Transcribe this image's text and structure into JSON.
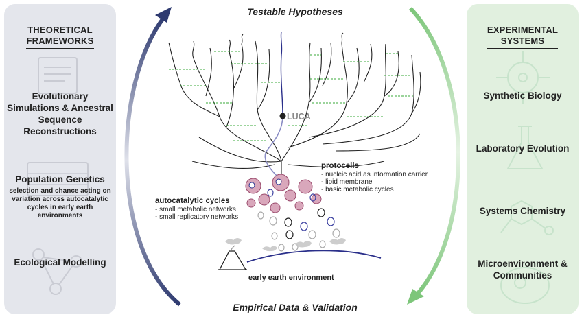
{
  "header": {
    "top": "Testable Hypotheses",
    "bottom": "Empirical Data & Validation"
  },
  "left_panel": {
    "title_line1": "THEORETICAL",
    "title_line2": "FRAMEWORKS",
    "items": [
      {
        "title": "Evolutionary Simulations & Ancestral Sequence Reconstructions"
      },
      {
        "title": "Population Genetics",
        "subtitle": "selection and chance acting on variation across autocatalytic cycles in early earth environments"
      },
      {
        "title": "Ecological Modelling"
      }
    ]
  },
  "right_panel": {
    "title_line1": "EXPERIMENTAL",
    "title_line2": "SYSTEMS",
    "items": [
      {
        "title": "Synthetic Biology"
      },
      {
        "title": "Laboratory Evolution"
      },
      {
        "title": "Systems Chemistry"
      },
      {
        "title": "Microenvironment & Communities"
      }
    ]
  },
  "diagram": {
    "luca": "LUCA",
    "protocells": {
      "title": "protocells",
      "bullets": [
        "- nucleic acid as information carrier",
        "- lipid membrane",
        "- basic metabolic cycles"
      ]
    },
    "autocatalytic": {
      "title": "autocatalytic cycles",
      "bullets": [
        "- small metabolic networks",
        "- small replicatory networks"
      ]
    },
    "environment": "early earth environment"
  },
  "colors": {
    "left_panel_bg": "#e4e6ec",
    "right_panel_bg": "#e1f0df",
    "left_arrow": "#2e3a70",
    "right_arrow": "#7dc67a",
    "luca_lineage": "#2a2f8a",
    "protocell_fill": "#c98aa4",
    "horizontal_transfer": "#39a83a"
  }
}
